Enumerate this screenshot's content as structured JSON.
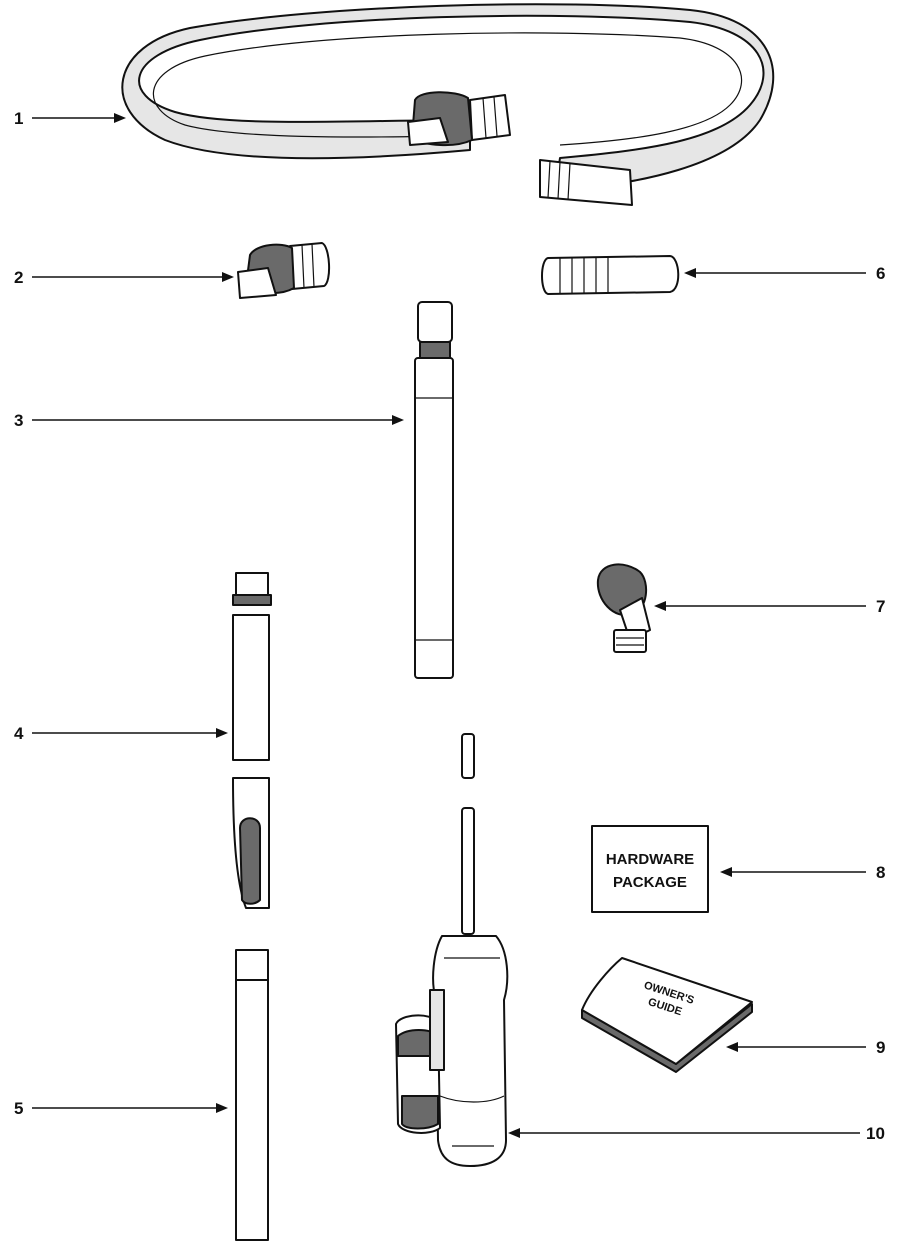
{
  "callouts": [
    {
      "id": "1",
      "label": "1"
    },
    {
      "id": "2",
      "label": "2"
    },
    {
      "id": "3",
      "label": "3"
    },
    {
      "id": "4",
      "label": "4"
    },
    {
      "id": "5",
      "label": "5"
    },
    {
      "id": "6",
      "label": "6"
    },
    {
      "id": "7",
      "label": "7"
    },
    {
      "id": "8",
      "label": "8"
    },
    {
      "id": "9",
      "label": "9"
    },
    {
      "id": "10",
      "label": "10"
    }
  ],
  "hardware_box": {
    "line1": "HARDWARE",
    "line2": "PACKAGE"
  },
  "owners_guide": {
    "line1": "OWNER'S",
    "line2": "GUIDE"
  }
}
